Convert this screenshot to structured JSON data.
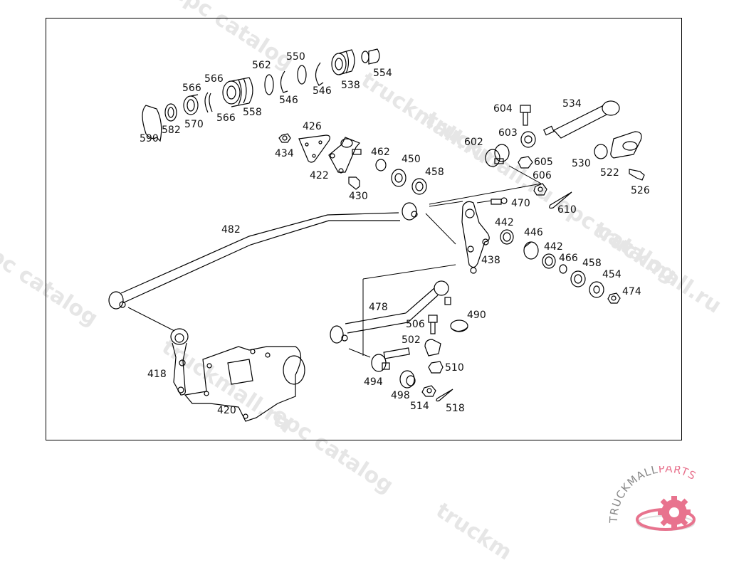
{
  "diagram": {
    "type": "exploded-parts-diagram",
    "subject": "steering linkage and power steering cylinder assembly",
    "parts": [
      {
        "id": "590",
        "label": "590"
      },
      {
        "id": "582",
        "label": "582"
      },
      {
        "id": "570",
        "label": "570"
      },
      {
        "id": "566a",
        "label": "566"
      },
      {
        "id": "566b",
        "label": "566"
      },
      {
        "id": "566c",
        "label": "566"
      },
      {
        "id": "558",
        "label": "558"
      },
      {
        "id": "562",
        "label": "562"
      },
      {
        "id": "550",
        "label": "550"
      },
      {
        "id": "546a",
        "label": "546"
      },
      {
        "id": "546b",
        "label": "546"
      },
      {
        "id": "538",
        "label": "538"
      },
      {
        "id": "554",
        "label": "554"
      },
      {
        "id": "426",
        "label": "426"
      },
      {
        "id": "434",
        "label": "434"
      },
      {
        "id": "422",
        "label": "422"
      },
      {
        "id": "430",
        "label": "430"
      },
      {
        "id": "462",
        "label": "462"
      },
      {
        "id": "450",
        "label": "450"
      },
      {
        "id": "458a",
        "label": "458"
      },
      {
        "id": "604",
        "label": "604"
      },
      {
        "id": "534",
        "label": "534"
      },
      {
        "id": "603",
        "label": "603"
      },
      {
        "id": "602",
        "label": "602"
      },
      {
        "id": "605",
        "label": "605"
      },
      {
        "id": "606",
        "label": "606"
      },
      {
        "id": "530",
        "label": "530"
      },
      {
        "id": "522",
        "label": "522"
      },
      {
        "id": "526",
        "label": "526"
      },
      {
        "id": "470",
        "label": "470"
      },
      {
        "id": "610",
        "label": "610"
      },
      {
        "id": "482",
        "label": "482"
      },
      {
        "id": "442a",
        "label": "442"
      },
      {
        "id": "446",
        "label": "446"
      },
      {
        "id": "442b",
        "label": "442"
      },
      {
        "id": "438",
        "label": "438"
      },
      {
        "id": "466",
        "label": "466"
      },
      {
        "id": "458b",
        "label": "458"
      },
      {
        "id": "454",
        "label": "454"
      },
      {
        "id": "474",
        "label": "474"
      },
      {
        "id": "478",
        "label": "478"
      },
      {
        "id": "490",
        "label": "490"
      },
      {
        "id": "506",
        "label": "506"
      },
      {
        "id": "502",
        "label": "502"
      },
      {
        "id": "510",
        "label": "510"
      },
      {
        "id": "494",
        "label": "494"
      },
      {
        "id": "498",
        "label": "498"
      },
      {
        "id": "514",
        "label": "514"
      },
      {
        "id": "518",
        "label": "518"
      },
      {
        "id": "418",
        "label": "418"
      },
      {
        "id": "420",
        "label": "420"
      }
    ]
  },
  "watermarks": [
    "epc catalog",
    "truckmall.ru",
    "epc catalog",
    "truckmall.ru epc catalog",
    "epc catalog",
    "truckmall.ru",
    "truckmall.ru",
    "epc catalog",
    "truckm"
  ],
  "logo": {
    "text_main": "TRUCKMALL",
    "text_accent": "PARTS",
    "accent_color": "#e8738e",
    "text_color": "#888888"
  }
}
